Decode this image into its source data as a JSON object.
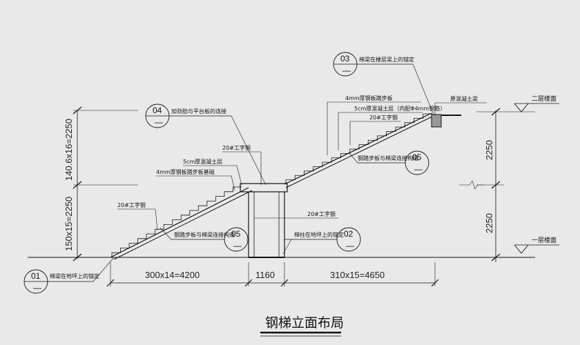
{
  "title": "钢梯立面布局",
  "dims": {
    "bottom": [
      "300x14=4200",
      "1160",
      "310x15=4650"
    ],
    "left_lower": "150x15=2250",
    "left_upper": "140.6x16=2250",
    "right_lower": "2250",
    "right_upper": "2250"
  },
  "levels": {
    "upper": "二层楼面",
    "lower": "一层楼面"
  },
  "callouts": [
    {
      "num": "01",
      "sub": "—",
      "text": "梯梁在地坪上的锚定"
    },
    {
      "num": "02",
      "sub": "—",
      "text": "梯柱在地坪上的锚定"
    },
    {
      "num": "03",
      "sub": "—",
      "text": "梯梁在楼层梁上的锚定"
    },
    {
      "num": "04",
      "sub": "—",
      "text": "加劲肋与平台板的连接"
    },
    {
      "num": "05",
      "sub": "—",
      "text": "钢踏步板与梯梁连接构造"
    },
    {
      "num": "05",
      "sub": "—",
      "text": "钢踏步板与梯梁连接构造"
    }
  ],
  "labels": {
    "i_beam_left": "20#工字钢",
    "i_beam_platform": "20#工字钢",
    "concrete_left": "5cm厚混凝土层",
    "plate_left": "4mm厚钢板踏步板基础",
    "i_beam_column": "20#工字钢",
    "plate_right": "4mm厚钢板踏步板",
    "concrete_right": "5cm厚混凝土层（内配Φ4mm钢筋）",
    "i_beam_right": "20#工字钢",
    "beam_top": "原混凝土梁"
  }
}
